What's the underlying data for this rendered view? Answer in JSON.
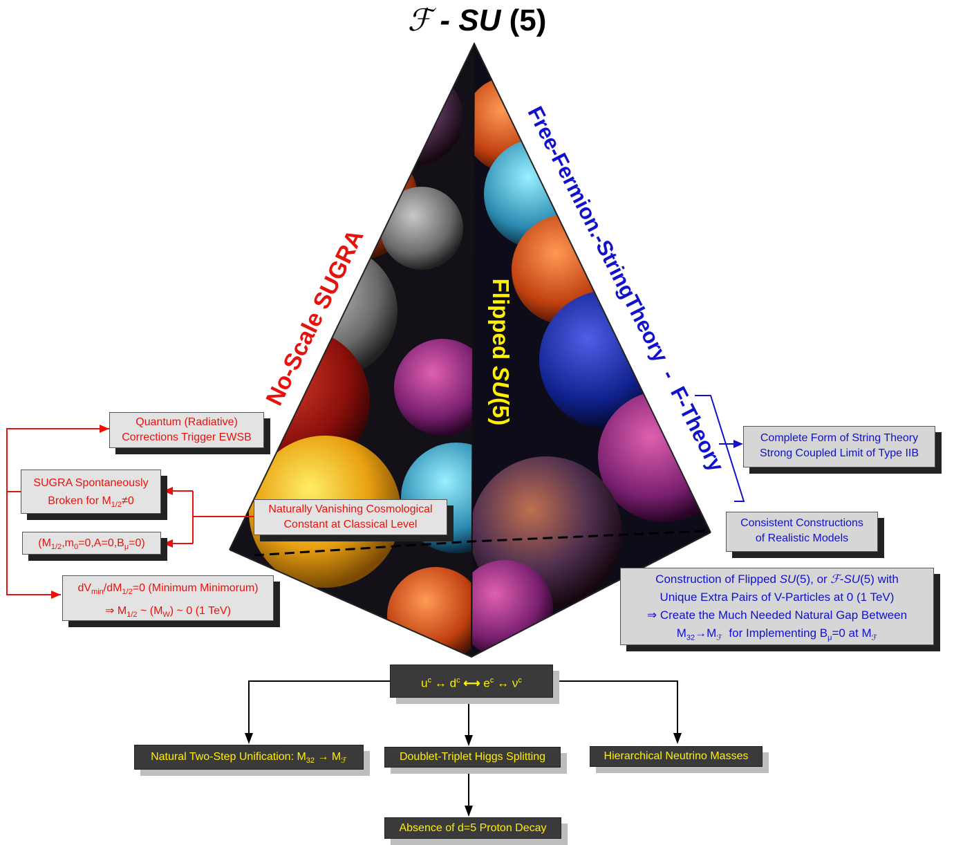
{
  "title": {
    "symbol": "ℱ",
    "dash": "-",
    "su": "SU",
    "five": "(5)"
  },
  "pyramid": {
    "left_edge_prefix": "No-Scale ",
    "left_edge_suffix": "SUGRA",
    "center_prefix": "Flipped ",
    "center_su": "SU",
    "center_five": "(5)",
    "right_edge_main": "Free-Fermion.-StringTheory",
    "right_edge_sep": "  -  ",
    "right_edge_ftheory": "F-Theory"
  },
  "left_boxes": {
    "quantum": {
      "line1": "Quantum (Radiative)",
      "line2": "Corrections Trigger EWSB"
    },
    "sugra": {
      "line1": "SUGRA Spontaneously",
      "line2_pre": "Broken for M",
      "line2_sub": "1/2",
      "line2_post": "≠0"
    },
    "params": {
      "p1": "(M",
      "s1": "1/2",
      "p2": ",m",
      "s2": "0",
      "p3": "=0,A=0,B",
      "s3": "μ",
      "p4": "=0)"
    },
    "min": {
      "l1_a": "dV",
      "l1_sub1": "min",
      "l1_b": "/dM",
      "l1_sub2": "1/2",
      "l1_c": "=0 (Minimum Minimorum)",
      "l2_a": "⇒ M",
      "l2_sub1": "1/2",
      "l2_b": " ~ (M",
      "l2_sub2": "W",
      "l2_c": ") ~ 0 (1 TeV)"
    },
    "cosmo": {
      "line1": "Naturally Vanishing Cosmological",
      "line2": "Constant at Classical Level"
    }
  },
  "right_boxes": {
    "string": {
      "line1": "Complete Form of String Theory",
      "line2": "Strong Coupled Limit of Type IIB"
    },
    "consistent": {
      "line1": "Consistent Constructions",
      "line2": "of Realistic Models"
    },
    "construction": {
      "l1_a": "Construction of Flipped ",
      "l1_su": "SU",
      "l1_b": "(5), or ",
      "l1_f": "ℱ",
      "l1_c": "-",
      "l1_su2": "SU",
      "l1_d": "(5) with",
      "l2": "Unique Extra Pairs of V-Particles at  0 (1 TeV)",
      "l3": "⇒ Create the Much Needed Natural Gap Between",
      "l4_a": "M",
      "l4_sub1": "32",
      "l4_b": "→M",
      "l4_sub2": "ℱ",
      "l4_c": "  for Implementing B",
      "l4_sub3": "μ",
      "l4_d": "=0 at M",
      "l4_sub4": "ℱ"
    }
  },
  "bottom": {
    "particles": {
      "u": "u",
      "d": "d",
      "e": "e",
      "nu": "ν",
      "c": "c",
      "arrow": "↔",
      "bold_arrow": "⟷"
    },
    "unification": {
      "text": "Natural Two-Step Unification: M",
      "sub1": "32",
      "arrow": " → M",
      "sub2": "ℱ"
    },
    "doublet": "Doublet-Triplet Higgs Splitting",
    "neutrino": "Hierarchical Neutrino Masses",
    "proton": "Absence of d=5 Proton Decay"
  },
  "colors": {
    "red": "#e8120c",
    "blue": "#1111cc",
    "yellow": "#ffef00",
    "dark_box": "#3a3a3a",
    "light_box": "#e3e3e3"
  }
}
